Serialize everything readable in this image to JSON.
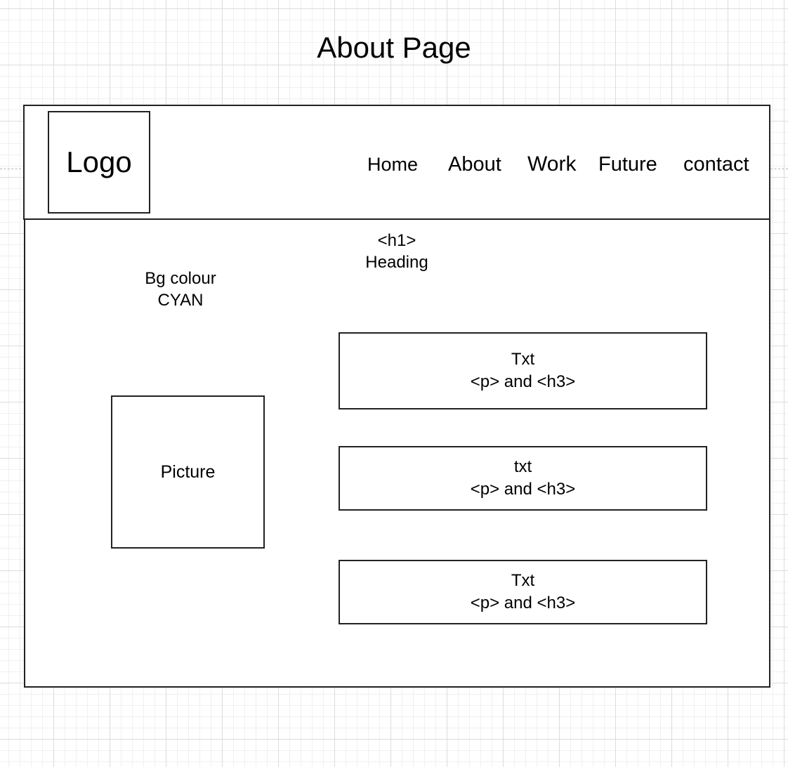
{
  "page_title": "About Page",
  "header": {
    "logo": "Logo",
    "nav": [
      {
        "label": "Home"
      },
      {
        "label": "About"
      },
      {
        "label": "Work"
      },
      {
        "label": "Future"
      },
      {
        "label": "contact"
      }
    ]
  },
  "content": {
    "heading": {
      "line1": "<h1>",
      "line2": "Heading"
    },
    "background_note": {
      "line1": "Bg colour",
      "line2": "CYAN"
    },
    "picture": "Picture",
    "text_boxes": [
      {
        "line1": "Txt",
        "line2": "<p> and <h3>"
      },
      {
        "line1": "txt",
        "line2": "<p> and <h3>"
      },
      {
        "line1": "Txt",
        "line2": "<p> and <h3>"
      }
    ]
  }
}
